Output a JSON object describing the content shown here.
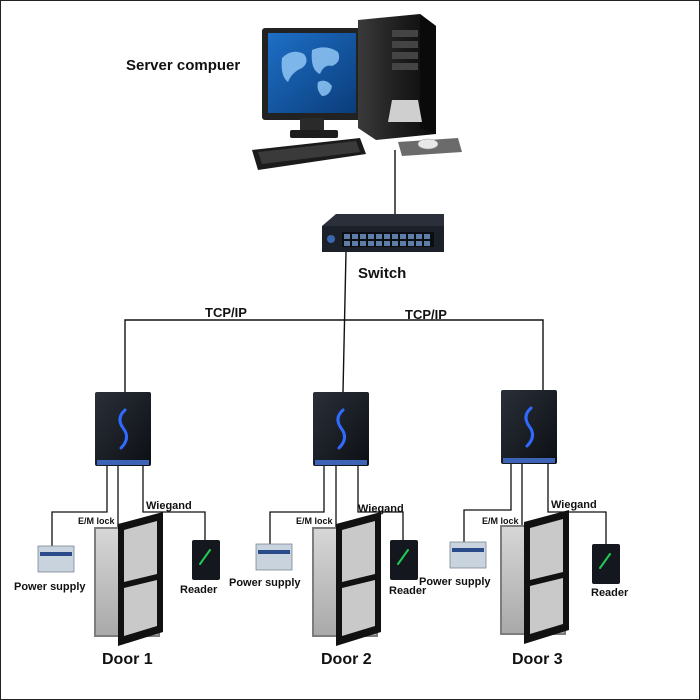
{
  "server": {
    "label": "Server compuer"
  },
  "switch": {
    "label": "Switch"
  },
  "links": {
    "left": "TCP/IP",
    "right": "TCP/IP"
  },
  "doors": [
    {
      "title": "Door 1",
      "lock": "E/M lock",
      "wiegand": "Wiegand",
      "power": "Power supply",
      "reader": "Reader"
    },
    {
      "title": "Door 2",
      "lock": "E/M lock",
      "wiegand": "Wiegand",
      "power": "Power supply",
      "reader": "Reader"
    },
    {
      "title": "Door 3",
      "lock": "E/M lock",
      "wiegand": "Wiegand",
      "power": "Power supply",
      "reader": "Reader"
    }
  ],
  "colors": {
    "line": "#111111",
    "device": "#14181e",
    "led": "#2f6bff",
    "reader_led": "#1fcc55",
    "door_frame": "#9a9a9a"
  }
}
